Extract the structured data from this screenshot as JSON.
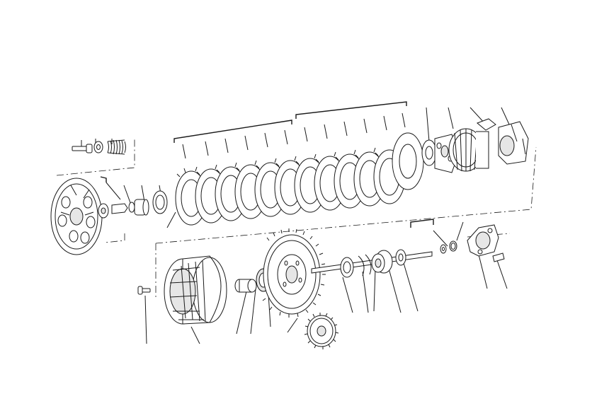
{
  "diagram": {
    "type": "exploded-parts-view",
    "labels": [],
    "colors": {
      "line": "#1a1a1a",
      "fill": "#ffffff",
      "shade": "#e6e6e6",
      "background": "#ffffff"
    },
    "parts": [
      "pressure-plate",
      "bolt",
      "washer",
      "spring",
      "spring-cup",
      "pushrod-tip",
      "spacer-ring",
      "clutch-disc-pack",
      "clutch-hub",
      "clutch-drum",
      "slave-cylinder-housing",
      "clutch-basket",
      "bushing",
      "needle-bearing",
      "primary-gear",
      "small-gear",
      "bearing",
      "seal-ring",
      "spacer",
      "pushrod",
      "snap-ring",
      "o-ring",
      "slave-cylinder",
      "screw",
      "stud"
    ]
  }
}
